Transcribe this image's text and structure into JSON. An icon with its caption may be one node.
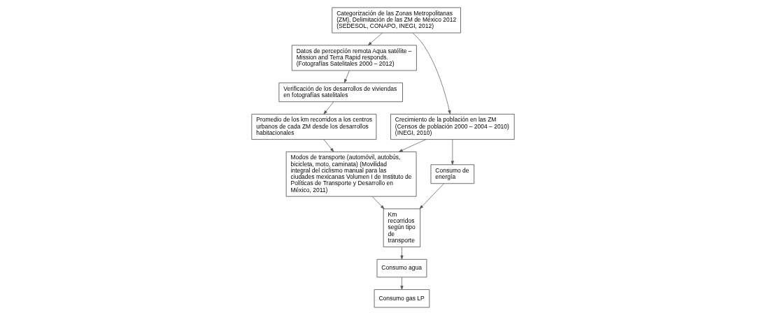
{
  "diagram": {
    "nodes": [
      {
        "text": [
          "Categorización de las Zonas Metropolitanas (ZM), Delimitación de las ZM de México 2012 (SEDESOL, CONAPO, INEGI, 2012)"
        ]
      },
      {
        "text": [
          "Datos de percepción remota Aqua satélite – Mission and Terra Rapid responds. (Fotografías Satelitales 2000 – 2012)"
        ]
      },
      {
        "text": [
          "Verificación de los desarrollos de viviendas en fotografías satelitales"
        ]
      },
      {
        "text": [
          "Promedio de los km recorridos a los centros urbanos de cada ZM desde los desarrollos habitacionales"
        ]
      },
      {
        "text": [
          "Crecimiento de la población en las ZM (Censos de población 2000 – 2004 – 2010) (INEGI, 2010)"
        ]
      },
      {
        "text": [
          "Modos de transporte (automóvil, autobús, bicicleta, moto, caminata) (Movilidad integral del ciclismo manual para las ciudades mexicanas Volumen I de Instituto de Políticas de Transporte y Desarrollo en México, 2011)"
        ]
      },
      {
        "text": [
          "Consumo de energía"
        ]
      },
      {
        "text": [
          "Km recorridos según tipo de transporte"
        ]
      },
      {
        "text": [
          "Consumo agua"
        ]
      },
      {
        "text": [
          "Consumo gas LP"
        ]
      }
    ],
    "edges": [
      {
        "from": 0,
        "to": 1,
        "arrow": "to"
      },
      {
        "from": 1,
        "to": 2,
        "arrow": "to"
      },
      {
        "from": 2,
        "to": 3,
        "arrow": "to"
      },
      {
        "from": 0,
        "to": 4,
        "arrow": "to"
      },
      {
        "from": 3,
        "to": 5,
        "arrow": "to"
      },
      {
        "from": 4,
        "to": 5,
        "arrow": "to"
      },
      {
        "from": 4,
        "to": 6,
        "arrow": "to"
      },
      {
        "from": 6,
        "to": 7,
        "arrow": "to"
      },
      {
        "from": 5,
        "to": 7,
        "arrow": "to"
      },
      {
        "from": 7,
        "to": 8,
        "arrow": "to"
      },
      {
        "from": 8,
        "to": 9,
        "arrow": "to"
      }
    ]
  }
}
